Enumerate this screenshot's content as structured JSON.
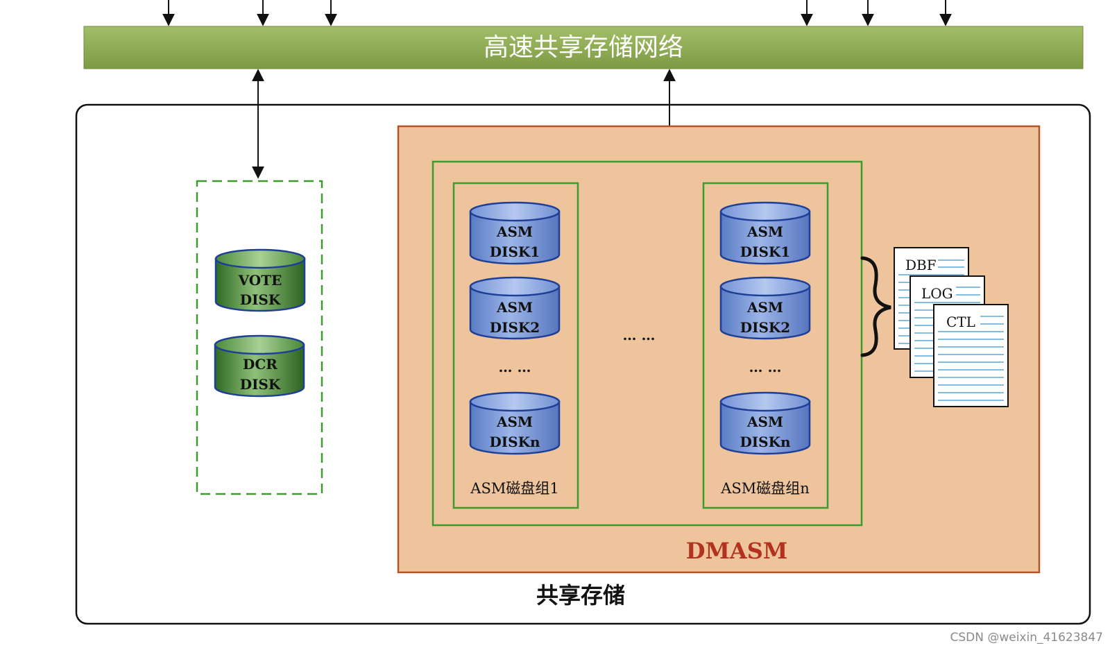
{
  "network": {
    "label": "高速共享存储网络"
  },
  "shared_storage": {
    "label": "共享存储"
  },
  "dmasm": {
    "label": "DMASM"
  },
  "system_disks": {
    "vote": [
      "VOTE",
      "DISK"
    ],
    "dcr": [
      "DCR",
      "DISK"
    ]
  },
  "disk_groups": [
    {
      "label": "ASM磁盘组1",
      "disks": [
        [
          "ASM",
          "DISK1"
        ],
        [
          "ASM",
          "DISK2"
        ],
        [
          "ASM",
          "DISKn"
        ]
      ],
      "ellipsis": "… …"
    },
    {
      "label": "ASM磁盘组n",
      "disks": [
        [
          "ASM",
          "DISK1"
        ],
        [
          "ASM",
          "DISK2"
        ],
        [
          "ASM",
          "DISKn"
        ]
      ],
      "ellipsis": "… …"
    }
  ],
  "group_ellipsis": "… …",
  "files": [
    "DBF",
    "LOG",
    "CTL"
  ],
  "watermark": "CSDN @weixin_41623847",
  "colors": {
    "network_bar": "#8fab55",
    "dmasm_fill": "#edc49c",
    "dmasm_border": "#b3532a",
    "group_border": "#3d9a2c",
    "asm_disk": "#6f8ed0",
    "system_disk": "#3f7a2e",
    "dmasm_label": "#b3311f"
  }
}
